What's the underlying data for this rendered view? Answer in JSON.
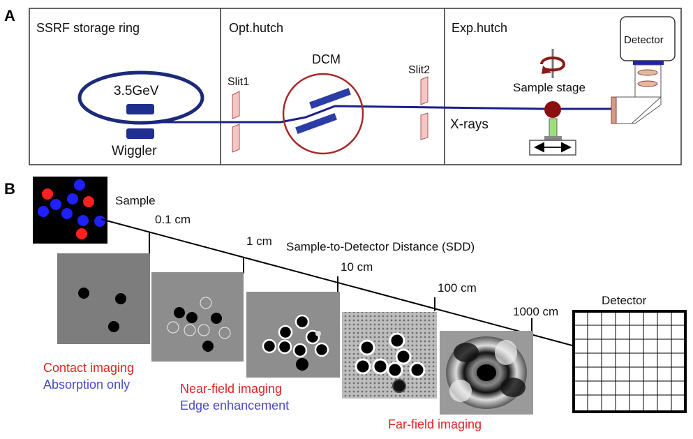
{
  "panel_a": {
    "label": "A",
    "sections": {
      "storage_ring": "SSRF storage ring",
      "opt_hutch": "Opt.hutch",
      "exp_hutch": "Exp.hutch"
    },
    "energy": "3.5GeV",
    "wiggler": "Wiggler",
    "slit1": "Slit1",
    "dcm": "DCM",
    "slit2": "Slit2",
    "xrays": "X-rays",
    "sample_stage": "Sample stage",
    "detector": "Detector"
  },
  "panel_b": {
    "label": "B",
    "sample": "Sample",
    "axis_title": "Sample-to-Detector Distance (SDD)",
    "distances": [
      "0.1 cm",
      "1 cm",
      "10 cm",
      "100 cm",
      "1000 cm"
    ],
    "detector": "Detector",
    "regimes": {
      "contact": "Contact imaging",
      "absorption": "Absorption only",
      "near_field": "Near-field imaging",
      "edge": "Edge enhancement",
      "far_field": "Far-field imaging"
    }
  },
  "colors": {
    "beam": "#1c1f8a",
    "ring": "#1c2a7a",
    "dcm_circle": "#a52a2a",
    "sample_stage_ball": "#8b0e10",
    "red_text": "#e02222",
    "blue_text": "#4a4ac8",
    "sample_red": "#ff2020",
    "sample_blue": "#2020ff"
  }
}
